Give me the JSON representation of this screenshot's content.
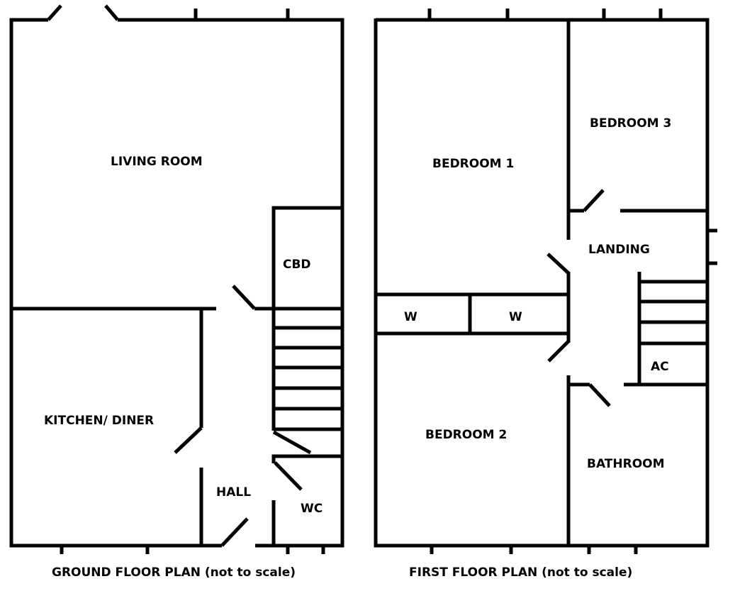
{
  "ground_floor": {
    "caption": "GROUND FLOOR PLAN (not to scale)",
    "rooms": {
      "living_room": "LIVING ROOM",
      "kitchen_diner": "KITCHEN/ DINER",
      "cupboard": "CBD",
      "hall": "HALL",
      "wc": "WC"
    }
  },
  "first_floor": {
    "caption": "FIRST FLOOR PLAN (not to scale)",
    "rooms": {
      "bedroom_1": "BEDROOM 1",
      "bedroom_2": "BEDROOM 2",
      "bedroom_3": "BEDROOM 3",
      "landing": "LANDING",
      "wardrobe_1": "W",
      "wardrobe_2": "W",
      "airing_cupboard": "AC",
      "bathroom": "BATHROOM"
    }
  },
  "colors": {
    "wall": "#000000",
    "background": "#ffffff"
  }
}
